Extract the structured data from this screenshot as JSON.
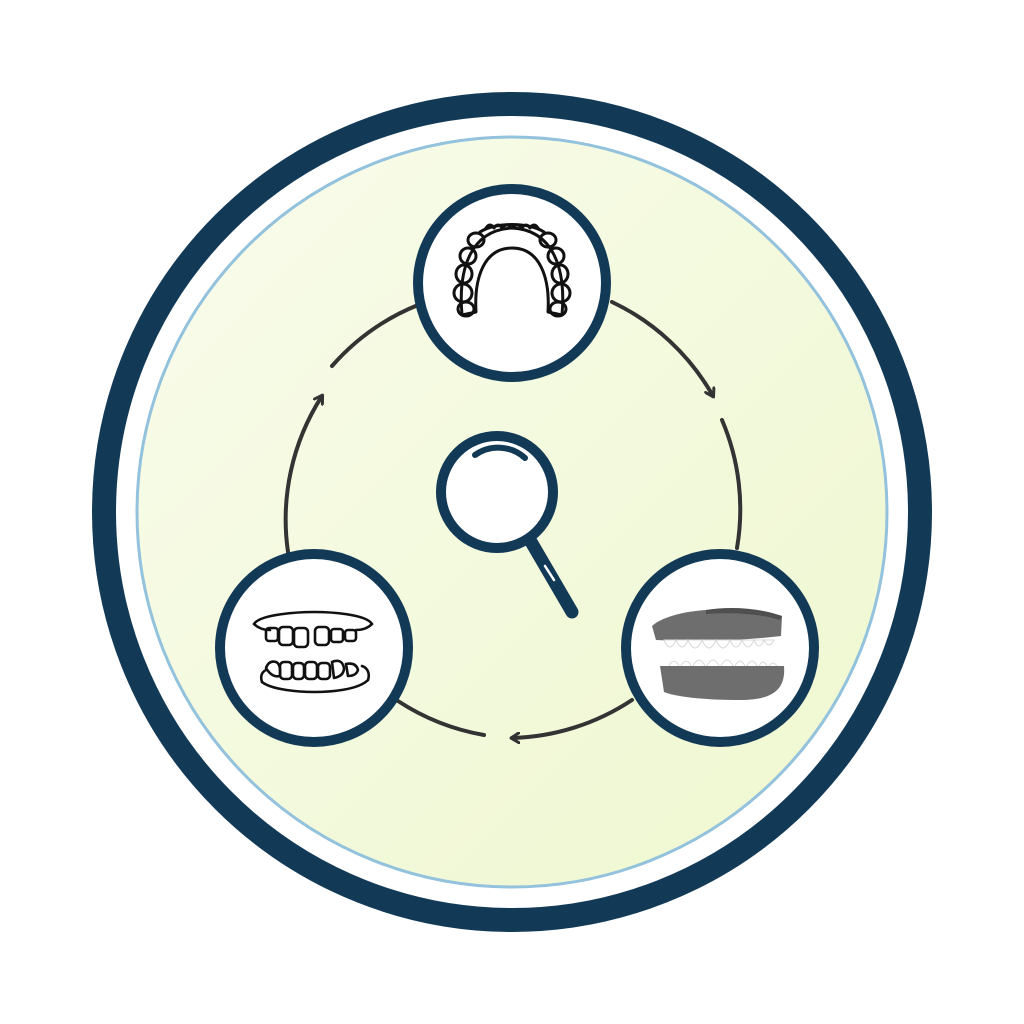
{
  "colors": {
    "background": "#ffffff",
    "outer_ring": "#123a56",
    "inner_ring": "#93c2dd",
    "fill_light": "#f9fcec",
    "fill_tint": "#eef7cf",
    "node_border": "#123a56",
    "node_fill": "#ffffff",
    "arrow": "#333333",
    "icon_stroke": "#111111",
    "denture_gum": "#6e6e6e",
    "denture_gum_dark": "#4f4f4f",
    "magnifier": "#123a56"
  },
  "cycle": {
    "nodes": [
      {
        "position": "top",
        "icon": "palatal-denture-icon"
      },
      {
        "position": "bottom-right",
        "icon": "full-denture-icon"
      },
      {
        "position": "bottom-left",
        "icon": "crooked-teeth-icon"
      }
    ],
    "center_icon": "magnifying-glass-icon",
    "arrow_direction": "clockwise"
  }
}
